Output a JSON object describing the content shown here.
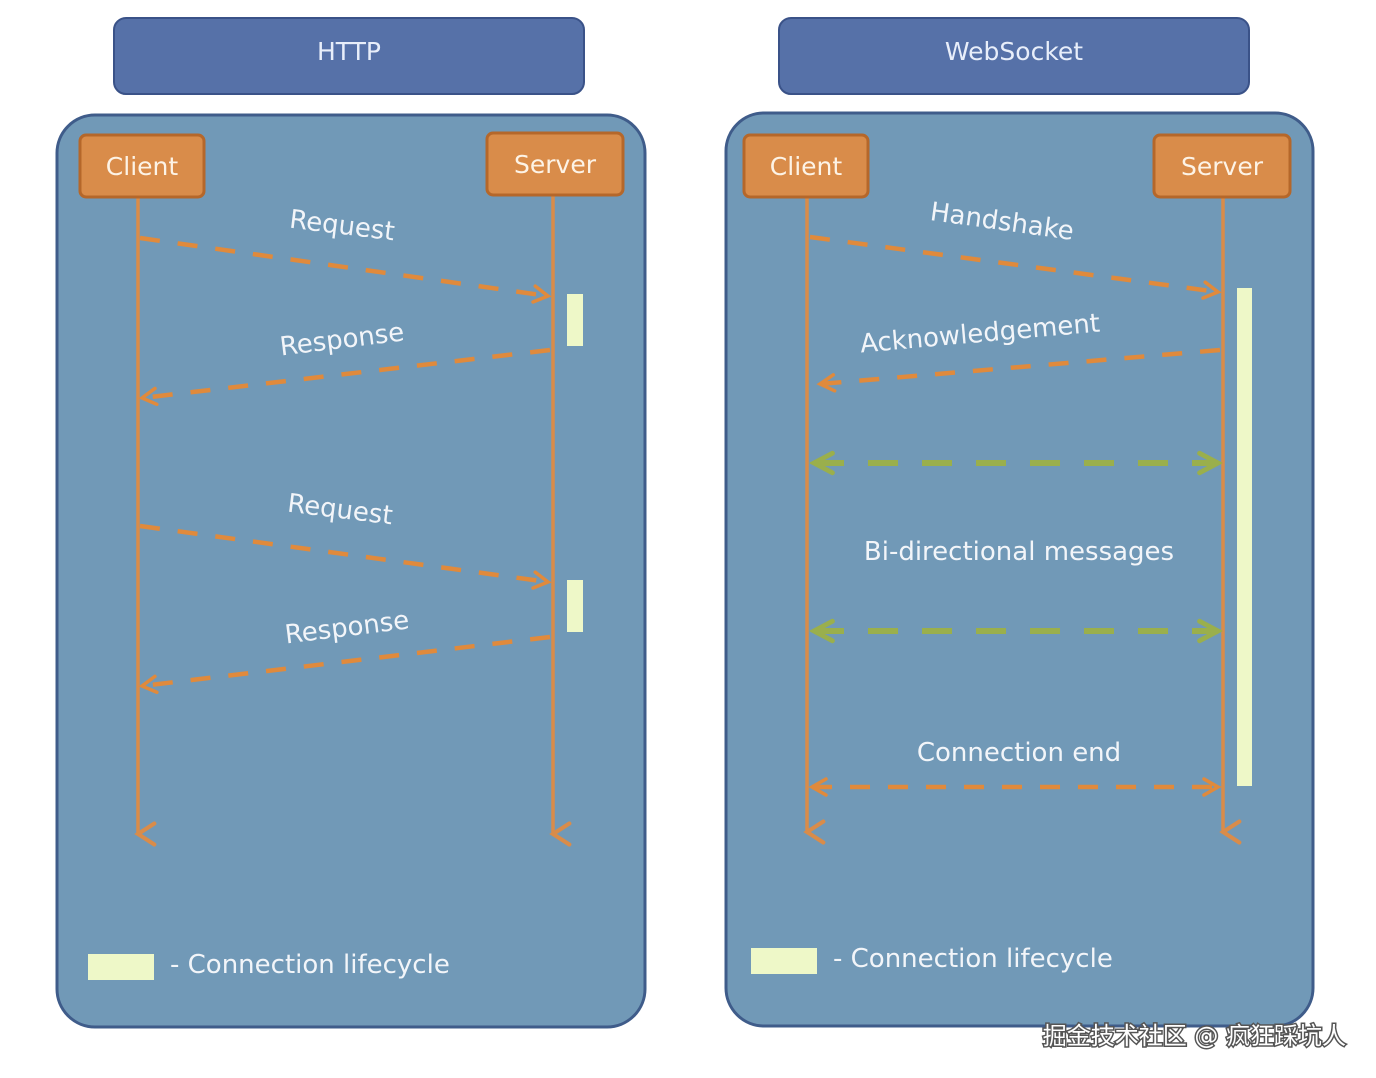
{
  "http": {
    "title": "HTTP",
    "client_label": "Client",
    "server_label": "Server",
    "messages": [
      {
        "label": "Request"
      },
      {
        "label": "Response"
      },
      {
        "label": "Request"
      },
      {
        "label": "Response"
      }
    ],
    "legend_label": "- Connection lifecycle"
  },
  "websocket": {
    "title": "WebSocket",
    "client_label": "Client",
    "server_label": "Server",
    "handshake_label": "Handshake",
    "acknowledgement_label": "Acknowledgement",
    "bidirectional_label": "Bi-directional messages",
    "connection_end_label": "Connection end",
    "legend_label": "- Connection lifecycle"
  },
  "watermark": "掘金技术社区 @ 疯狂踩坑人",
  "colors": {
    "title_fill": "#5671a8",
    "panel_fill": "#7199b7",
    "panel_stroke": "#3f5c8a",
    "box_fill": "#d98c4a",
    "box_stroke": "#b5672a",
    "lifeline": "#d98c4a",
    "request_arrow": "#e08a3c",
    "bidirectional_arrow": "#9aaf4c",
    "lifecycle_bar": "#eef8c8"
  }
}
